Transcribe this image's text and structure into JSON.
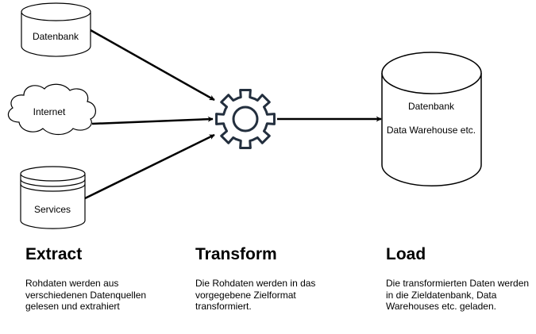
{
  "sources": [
    {
      "id": "datenbank",
      "label": "Datenbank",
      "shape": "database-cylinder"
    },
    {
      "id": "internet",
      "label": "Internet",
      "shape": "cloud"
    },
    {
      "id": "services",
      "label": "Services",
      "shape": "storage-cylinder"
    }
  ],
  "transform_node": {
    "icon": "gear-icon"
  },
  "target": {
    "label_line1": "Datenbank",
    "label_line2": "Data Warehouse etc.",
    "shape": "database-cylinder"
  },
  "phases": [
    {
      "title": "Extract",
      "lines": [
        "Rohdaten werden aus",
        "verschiedenen Datenquellen",
        "gelesen und extrahiert"
      ]
    },
    {
      "title": "Transform",
      "lines": [
        "Die Rohdaten werden in das",
        "vorgegebene Zielformat",
        "transformiert."
      ]
    },
    {
      "title": "Load",
      "lines": [
        "Die transformierten Daten werden",
        "in die Zieldatenbank, Data",
        "Warehouses etc. geladen."
      ]
    }
  ],
  "colors": {
    "stroke": "#000000",
    "gear": "#232f3e",
    "background": "#ffffff"
  }
}
